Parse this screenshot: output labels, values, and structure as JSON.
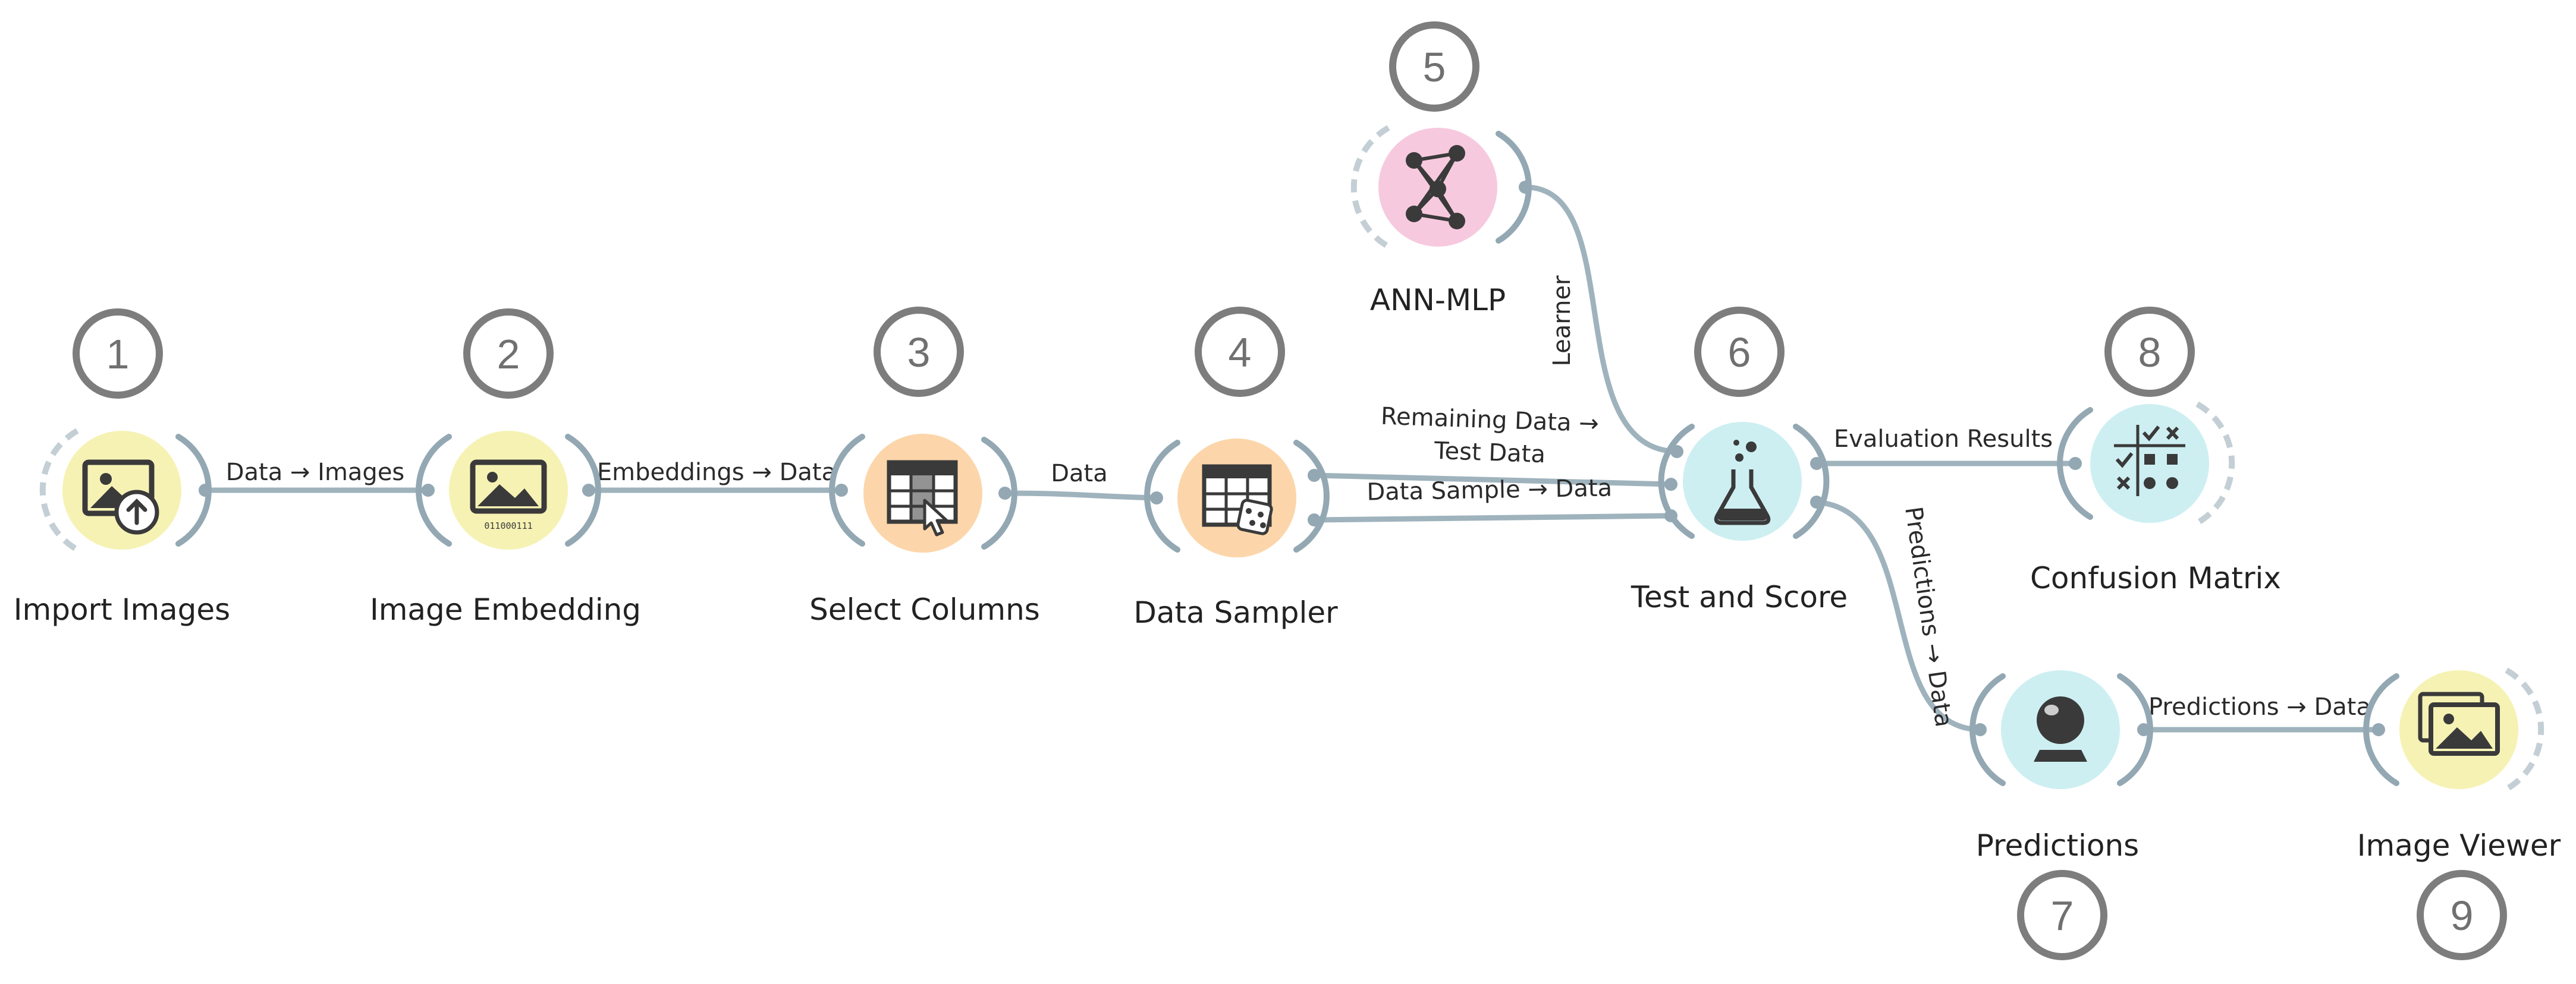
{
  "colors": {
    "yellow_widget": "#f6f2b4",
    "orange_widget": "#fcd6aa",
    "pink_widget": "#f7c9de",
    "cyan_widget": "#cdeff2",
    "link_line": "#9fb3bd",
    "icon_dark": "#3a3a3a",
    "step_circle": "#7d7d7d"
  },
  "widgets": [
    {
      "id": "import-images",
      "label": "Import Images",
      "step": "1",
      "icon": "image-upload-icon"
    },
    {
      "id": "image-embedding",
      "label": "Image Embedding",
      "step": "2",
      "icon": "image-binary-icon",
      "icon_text": "011000111"
    },
    {
      "id": "select-columns",
      "label": "Select Columns",
      "step": "3",
      "icon": "table-pointer-icon"
    },
    {
      "id": "data-sampler",
      "label": "Data Sampler",
      "step": "4",
      "icon": "table-dice-icon"
    },
    {
      "id": "ann-mlp",
      "label": "ANN-MLP",
      "step": "5",
      "icon": "neural-network-icon"
    },
    {
      "id": "test-and-score",
      "label": "Test and Score",
      "step": "6",
      "icon": "flask-icon"
    },
    {
      "id": "predictions",
      "label": "Predictions",
      "step": "7",
      "icon": "crystal-ball-icon"
    },
    {
      "id": "confusion-matrix",
      "label": "Confusion Matrix",
      "step": "8",
      "icon": "confusion-matrix-icon"
    },
    {
      "id": "image-viewer",
      "label": "Image Viewer",
      "step": "9",
      "icon": "image-stack-icon"
    }
  ],
  "links": [
    {
      "id": "import-to-embedding",
      "label": "Data → Images"
    },
    {
      "id": "embedding-to-select",
      "label": "Embeddings → Data"
    },
    {
      "id": "select-to-sampler",
      "label": "Data"
    },
    {
      "id": "sampler-remaining-to-test",
      "label_line1": "Remaining Data →",
      "label_line2": "Test Data"
    },
    {
      "id": "sampler-sample-to-test",
      "label": "Data Sample → Data"
    },
    {
      "id": "ann-to-test",
      "label": "Learner"
    },
    {
      "id": "test-to-confusion",
      "label": "Evaluation Results"
    },
    {
      "id": "test-to-predictions",
      "label": "Predictions → Data"
    },
    {
      "id": "predictions-to-viewer",
      "label": "Predictions → Data"
    }
  ]
}
